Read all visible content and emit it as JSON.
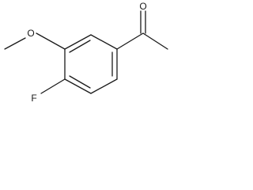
{
  "molecule": {
    "atoms": {
      "oxygen_carbonyl": "O",
      "oxygen_methoxy": "O",
      "fluorine": "F"
    }
  }
}
